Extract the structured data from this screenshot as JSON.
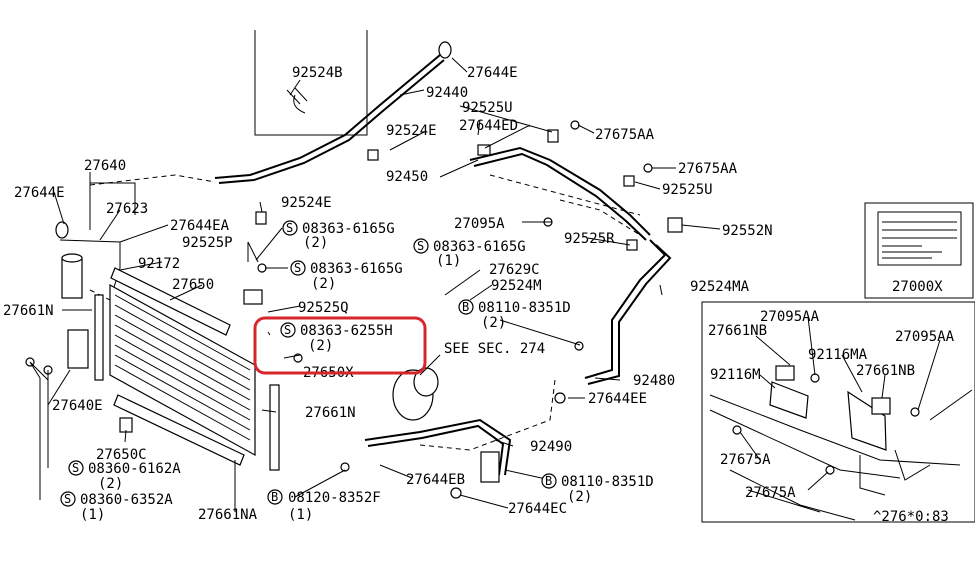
{
  "highlight_color": "#d7262b",
  "labels": {
    "p92524B": "92524B",
    "p27644E_top": "27644E",
    "p92440": "92440",
    "p92525U_top": "92525U",
    "p27644ED": "27644ED",
    "p27675AA_1": "27675AA",
    "p92524E_mid": "92524E",
    "p92450": "92450",
    "p27675AA_2": "27675AA",
    "p92525U_2": "92525U",
    "p27640": "27640",
    "p27644E_left": "27644E",
    "p27623": "27623",
    "p92524E_2": "92524E",
    "p27644EA": "27644EA",
    "p08363_6165G_a": "08363-6165G",
    "p08363_6165G_a_qty": "(2)",
    "p27095A": "27095A",
    "p92552N": "92552N",
    "p92525P": "92525P",
    "p08363_6165G_c": "08363-6165G",
    "p08363_6165G_c_qty": "(1)",
    "p92525R": "92525R",
    "p92172": "92172",
    "p08363_6165G_b": "08363-6165G",
    "p08363_6165G_b_qty": "(2)",
    "p27629C": "27629C",
    "p92524M": "92524M",
    "p27650": "27650",
    "p92524MA": "92524MA",
    "p27000X": "27000X",
    "p27661N_left": "27661N",
    "p92525Q": "92525Q",
    "p08110_8351D_a": "08110-8351D",
    "p08110_8351D_a_qty": "(2)",
    "p08363_6255H": "08363-6255H",
    "p08363_6255H_qty": "(2)",
    "p27650X": "27650X",
    "see_sec": "SEE SEC. 274",
    "p92480": "92480",
    "p27640E": "27640E",
    "p27644EE": "27644EE",
    "p27661N_mid": "27661N",
    "p92490": "92490",
    "p27650C": "27650C",
    "p08360_6162A": "08360-6162A",
    "p08360_6162A_qty": "(2)",
    "p27644EB": "27644EB",
    "p08110_8351D_b": "08110-8351D",
    "p08110_8351D_b_qty": "(2)",
    "p08360_6352A": "08360-6352A",
    "p08360_6352A_qty": "(1)",
    "p08120_8352F": "08120-8352F",
    "p08120_8352F_qty": "(1)",
    "p27644EC": "27644EC",
    "p27661NA": "27661NA",
    "inset_27095AA_1": "27095AA",
    "inset_27661NB_1": "27661NB",
    "inset_27095AA_2": "27095AA",
    "inset_92116MA": "92116MA",
    "inset_92116M": "92116M",
    "inset_27661NB_2": "27661NB",
    "inset_27675A_1": "27675A",
    "inset_27675A_2": "27675A",
    "footer_code": "^276*0:83",
    "s_mark": "S",
    "b_mark": "B"
  }
}
